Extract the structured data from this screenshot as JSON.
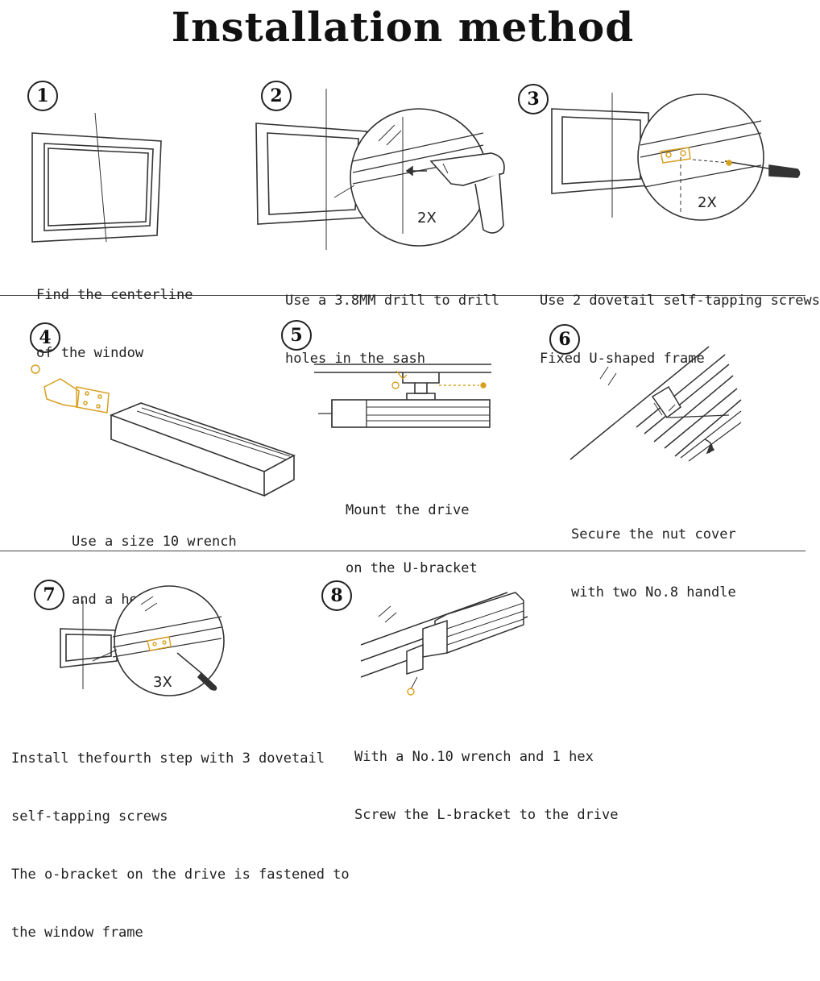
{
  "title": "Installation method",
  "steps": [
    {
      "num": "1",
      "lines": [
        "Find the centerline",
        "of the window"
      ]
    },
    {
      "num": "2",
      "lines": [
        "Use a 3.8MM drill to drill",
        "holes in the sash"
      ],
      "mark": "2X"
    },
    {
      "num": "3",
      "lines": [
        "Use 2 dovetail self-tapping screws",
        "Fixed U-shaped frame"
      ],
      "mark": "2X"
    },
    {
      "num": "4",
      "lines": [
        "Use a size 10 wrench",
        "and a hex screw"
      ]
    },
    {
      "num": "5",
      "lines": [
        "Mount the drive",
        "on the U-bracket"
      ]
    },
    {
      "num": "6",
      "lines": [
        "Secure the nut cover",
        "with two No.8 handle"
      ]
    },
    {
      "num": "7",
      "lines": [
        "Install thefourth step with 3 dovetail",
        "self-tapping screws",
        "The o-bracket on the drive is fastened to",
        "the window frame"
      ],
      "mark": "3X"
    },
    {
      "num": "8",
      "lines": [
        "With a No.10 wrench and 1 hex",
        "Screw the L-bracket to the drive"
      ]
    }
  ],
  "colors": {
    "line": "#333333",
    "accent": "#d8a021"
  }
}
